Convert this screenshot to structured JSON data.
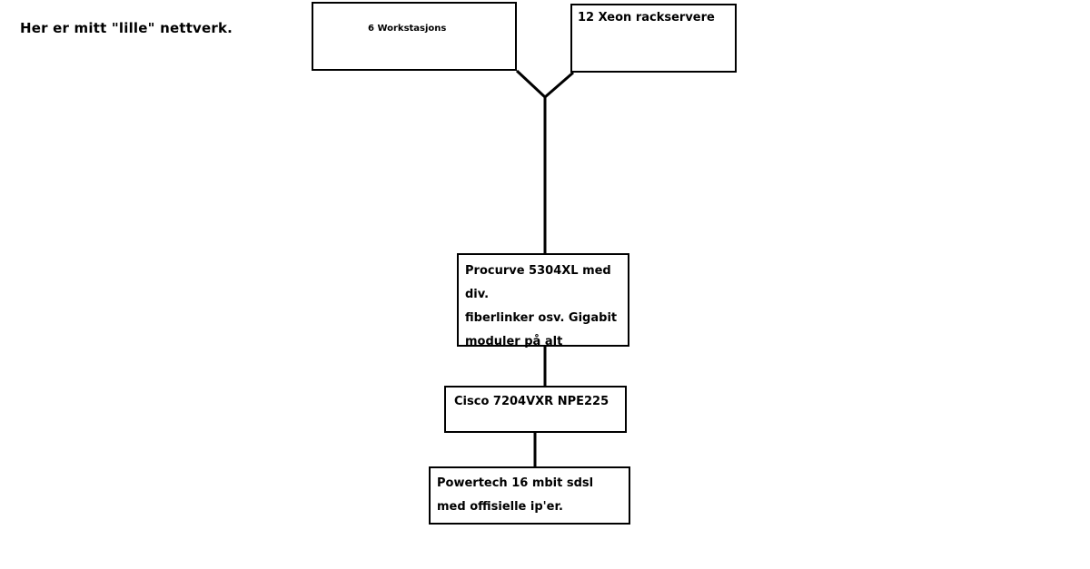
{
  "title": "Her er mitt \"lille\" nettverk.",
  "nodes": {
    "workstations": {
      "label": "6 Workstasjons"
    },
    "servers": {
      "label": "12 Xeon rackservere"
    },
    "switch": {
      "lines": [
        "Procurve 5304XL med div.",
        "fiberlinker osv. Gigabit",
        "moduler på alt"
      ]
    },
    "router": {
      "label": "Cisco 7204VXR NPE225"
    },
    "uplink": {
      "lines": [
        "Powertech 16 mbit sdsl",
        "med offisielle ip'er."
      ]
    }
  }
}
